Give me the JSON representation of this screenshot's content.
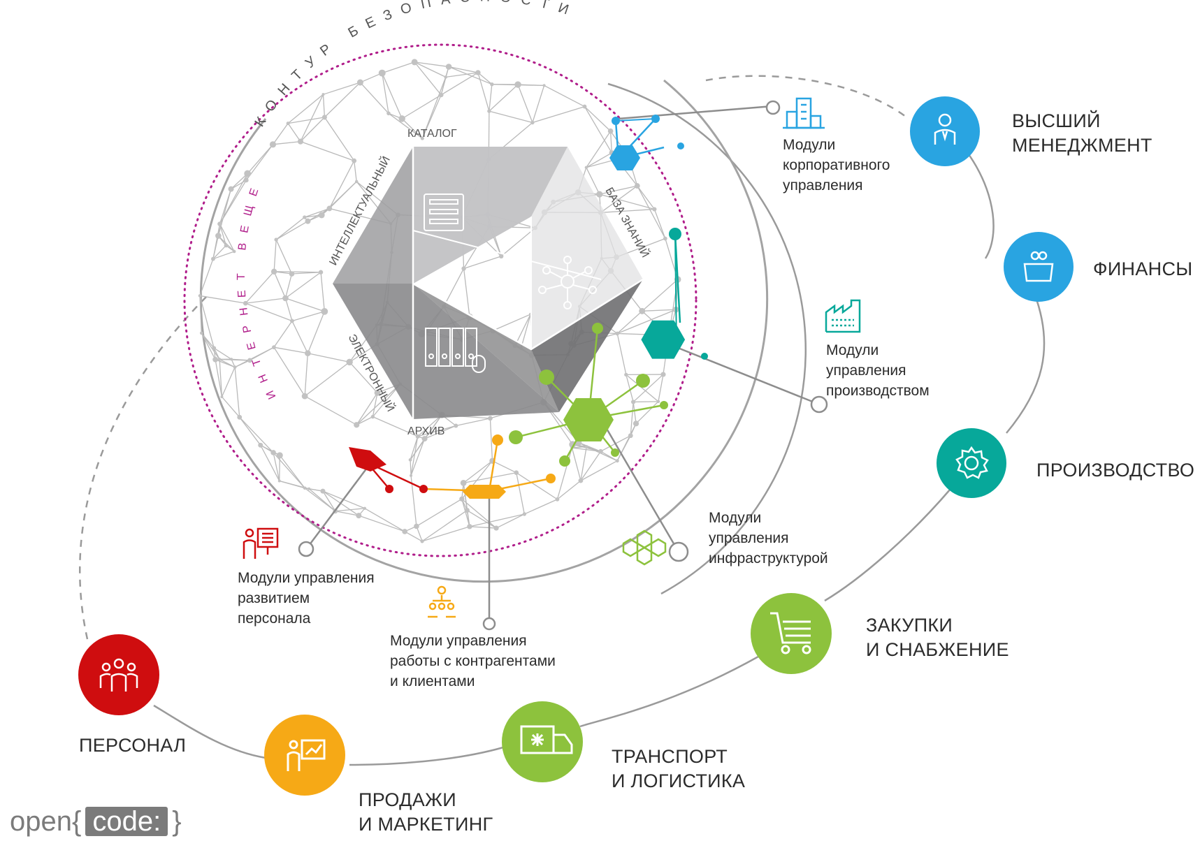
{
  "sphere": {
    "ring_top": "КОНТУР БЕЗОПАСНОСТИ",
    "ring_left": "ИНТЕРНЕТ ВЕЩЕЙ",
    "cube_labels": {
      "catalog": "КАТАЛОГ",
      "intellectual": "ИНТЕЛЛЕКТУАЛЬНЫЙ",
      "knowledge_base": "БАЗА ЗНАНИЙ",
      "electronic": "ЭЛЕКТРОННЫЙ",
      "archive": "АРХИВ"
    }
  },
  "modules": {
    "corporate": [
      "Модули",
      "корпоративного",
      "управления"
    ],
    "production": [
      "Модули",
      "управления",
      "производством"
    ],
    "infrastructure": [
      "Модули",
      "управления",
      "инфраструктурой"
    ],
    "personnel": [
      "Модули управления",
      "развитием",
      "персонала"
    ],
    "contractors": [
      "Модули управления",
      "работы с контрагентами",
      "и клиентами"
    ]
  },
  "departments": {
    "management": [
      "ВЫСШИЙ",
      "МЕНЕДЖМЕНТ"
    ],
    "finance": [
      "ФИНАНСЫ"
    ],
    "production": [
      "ПРОИЗВОДСТВО"
    ],
    "procurement": [
      "ЗАКУПКИ",
      "И СНАБЖЕНИЕ"
    ],
    "transport": [
      "ТРАНСПОРТ",
      "И ЛОГИСТИКА"
    ],
    "sales": [
      "ПРОДАЖИ",
      "И МАРКЕТИНГ"
    ],
    "personnel": [
      "ПЕРСОНАЛ"
    ]
  },
  "logo": {
    "open": "open{",
    "code": "code:",
    "close": "}"
  },
  "colors": {
    "blue": "#29a4e1",
    "teal": "#07a89a",
    "green": "#8dc23d",
    "orange": "#f6a916",
    "red": "#cf0d0f",
    "gray_line": "#9a9a9a",
    "ring_dots": "#b01d8a",
    "cube_dark": "#7f7f81",
    "cube_mid": "#a9a9ab",
    "cube_light": "#d4d4d5"
  },
  "icons": {
    "management": "manager-icon",
    "finance": "wallet-icon",
    "production": "gear-icon",
    "procurement": "cart-icon",
    "transport": "truck-icon",
    "sales": "presentation-icon",
    "personnel": "team-icon",
    "mod_corporate": "buildings-icon",
    "mod_production": "factory-icon",
    "mod_infrastructure": "molecule-icon",
    "mod_personnel": "trainer-icon",
    "mod_contractors": "org-chart-icon"
  }
}
